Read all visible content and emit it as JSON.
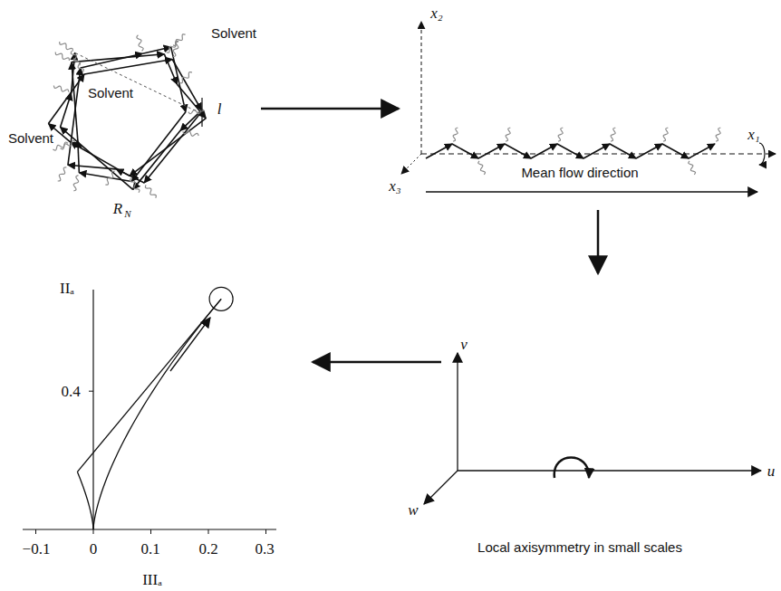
{
  "diagram": {
    "labels": [
      "Solvent",
      "Solvent",
      "Solvent",
      "l",
      "R",
      "N",
      "x₂",
      "x₁",
      "x₃",
      "Mean flow direction",
      "v",
      "u",
      "w",
      "Local axisymmetry in small scales",
      "IIₐ",
      "0.4",
      "−0.1",
      "0",
      "0.1",
      "0.2",
      "0.3",
      "IIIₐ"
    ]
  }
}
